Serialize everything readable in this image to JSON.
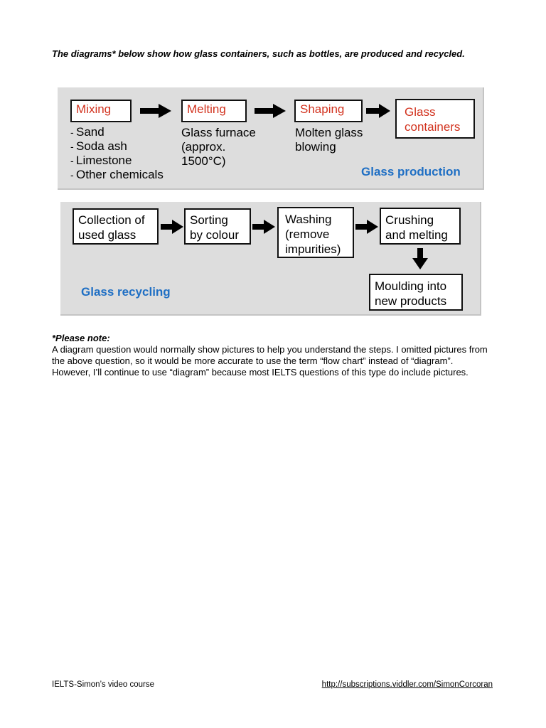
{
  "intro": "The diagrams* below show how glass containers, such as bottles, are produced and recycled.",
  "production": {
    "label": "Glass production",
    "steps": [
      "Mixing",
      "Melting",
      "Shaping",
      "Glass\ncontainers"
    ],
    "ingredients": [
      "Sand",
      "Soda ash",
      "Limestone",
      "Other chemicals"
    ],
    "melting_note": "Glass furnace\n(approx.\n1500°C)",
    "shaping_note": "Molten glass\nblowing"
  },
  "recycling": {
    "label": "Glass recycling",
    "steps": [
      "Collection of\nused glass",
      "Sorting\nby colour",
      "Washing\n(remove\nimpurities)",
      "Crushing\nand melting",
      "Moulding into\nnew products"
    ]
  },
  "note": {
    "heading": "*Please note:",
    "body": "A diagram question would normally show pictures to help you understand the steps. I omitted pictures from the above question, so it would be more accurate to use the term “flow chart” instead of “diagram”. However, I’ll continue to use “diagram” because most IELTS questions of this type do include pictures."
  },
  "footer": {
    "left": "IELTS-Simon’s video course",
    "right": "http://subscriptions.viddler.com/SimonCorcoran"
  },
  "colors": {
    "step_red": "#d2321e",
    "label_blue": "#1f6fc4",
    "panel_gray": "#dddddd"
  }
}
